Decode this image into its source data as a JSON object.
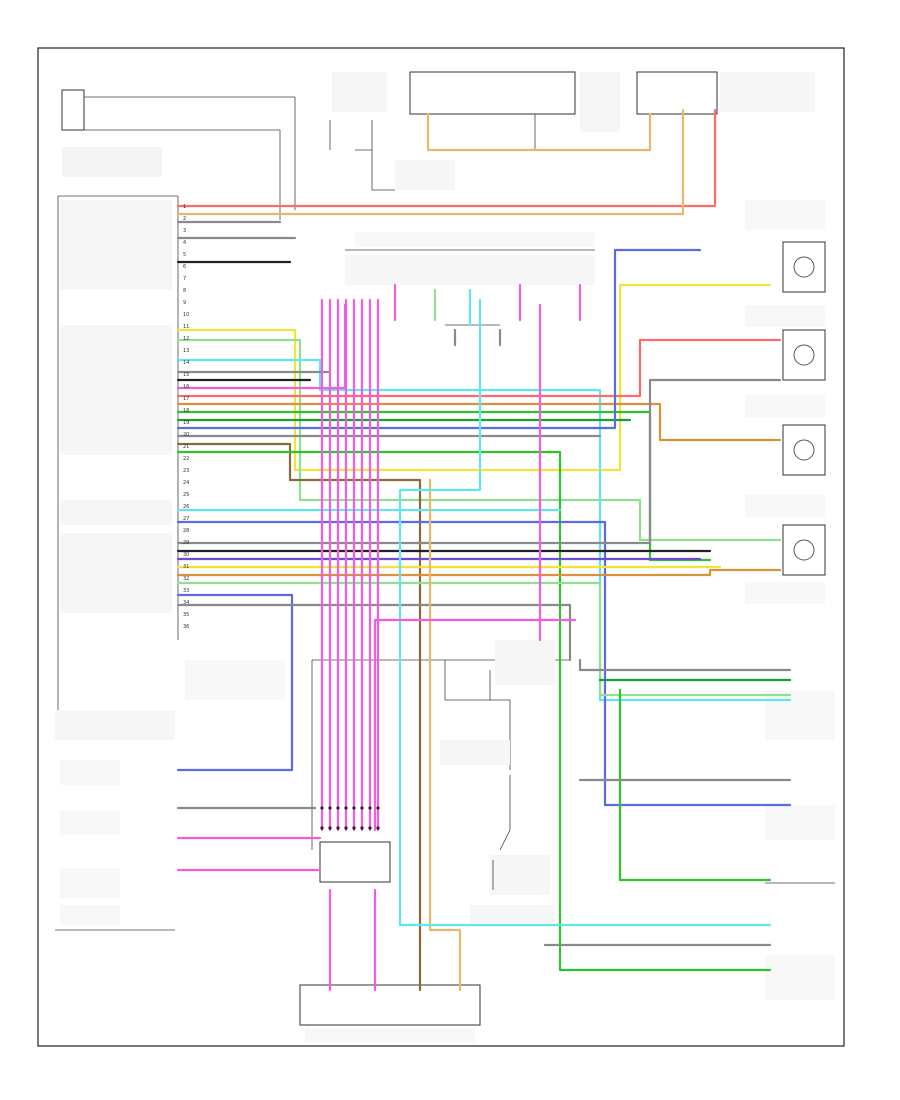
{
  "diagram": {
    "frame_tag": "",
    "pin_numbers": [
      "1",
      "2",
      "3",
      "4",
      "5",
      "6",
      "7",
      "8",
      "9",
      "10",
      "11",
      "12",
      "13",
      "14",
      "15",
      "16",
      "17",
      "18",
      "19",
      "20",
      "21",
      "22",
      "23",
      "24",
      "25",
      "26",
      "27",
      "28",
      "29",
      "30",
      "31",
      "32",
      "33",
      "34",
      "35",
      "36"
    ],
    "colors": {
      "red": "#ff6b6b",
      "tan": "#e8b96a",
      "orange": "#d9923a",
      "yellow": "#f2e53a",
      "light_green": "#8fe08f",
      "green": "#2fc22f",
      "dark_green": "#1f9a3a",
      "light_blue": "#5fe6f0",
      "blue": "#5b6be0",
      "purple": "#6f4bd0",
      "pink": "#f25ce0",
      "gray": "#8a8a8a",
      "black": "#222222",
      "brown": "#8a6a3a"
    }
  }
}
